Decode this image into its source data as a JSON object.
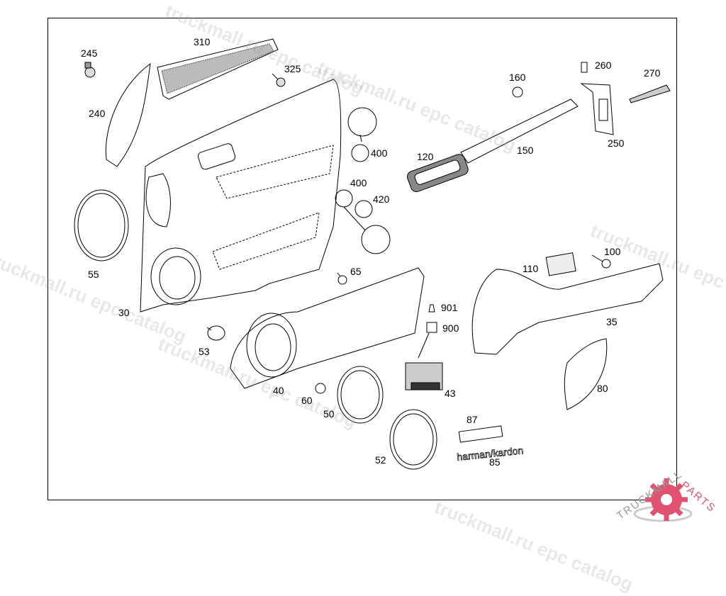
{
  "diagram": {
    "callouts": [
      {
        "id": "310"
      },
      {
        "id": "245"
      },
      {
        "id": "325"
      },
      {
        "id": "240"
      },
      {
        "id": "400a",
        "text": "400"
      },
      {
        "id": "400b",
        "text": "400"
      },
      {
        "id": "420"
      },
      {
        "id": "55"
      },
      {
        "id": "30"
      },
      {
        "id": "65"
      },
      {
        "id": "53"
      },
      {
        "id": "40"
      },
      {
        "id": "60"
      },
      {
        "id": "50"
      },
      {
        "id": "52"
      },
      {
        "id": "43"
      },
      {
        "id": "901"
      },
      {
        "id": "900"
      },
      {
        "id": "120"
      },
      {
        "id": "150"
      },
      {
        "id": "160"
      },
      {
        "id": "260"
      },
      {
        "id": "270"
      },
      {
        "id": "250"
      },
      {
        "id": "110"
      },
      {
        "id": "100"
      },
      {
        "id": "35"
      },
      {
        "id": "80"
      },
      {
        "id": "87"
      },
      {
        "id": "85"
      }
    ],
    "badge_text": "harman/kardon",
    "watermark": "truckmall.ru epc catalog",
    "logo": {
      "text_left": "TRUCKMALL",
      "text_right": "PARTS",
      "brand_color": "#e0526f"
    }
  }
}
